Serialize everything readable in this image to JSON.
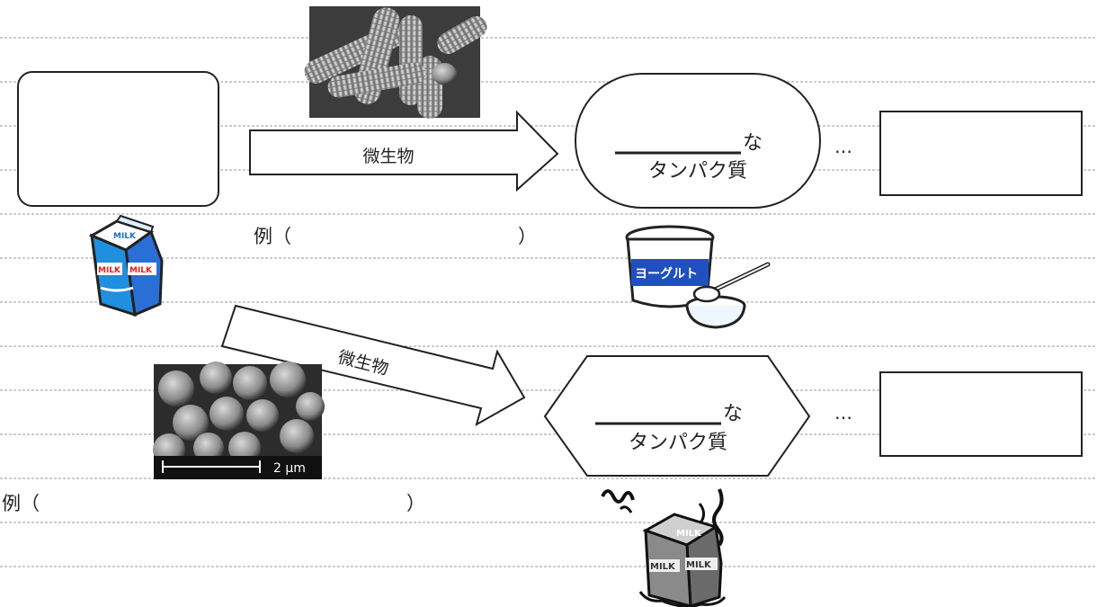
{
  "arrow_top": {
    "label": "微生物"
  },
  "arrow_bottom": {
    "label": "微生物"
  },
  "example_top": {
    "prefix": "例（",
    "suffix": "）"
  },
  "example_bottom": {
    "prefix": "例（",
    "suffix": "）"
  },
  "stadium": {
    "suffix": "な",
    "line2": "タンパク質"
  },
  "hexagon": {
    "suffix": "な",
    "line2": "タンパク質"
  },
  "ellipsis_top": "…",
  "ellipsis_bottom": "…",
  "scale_bar_label": "2 μm",
  "milk_text": {
    "top": "MILK",
    "left": "MILK",
    "right": "MILK"
  },
  "yogurt_text": "ヨーグルト",
  "spoiled_milk_text": {
    "top": "MILK",
    "left": "MILK",
    "right": "MILK"
  },
  "icons": [
    "milk-carton-icon",
    "yogurt-icon",
    "spoiled-milk-icon",
    "rod-bacteria-micrograph",
    "cocci-micrograph"
  ]
}
